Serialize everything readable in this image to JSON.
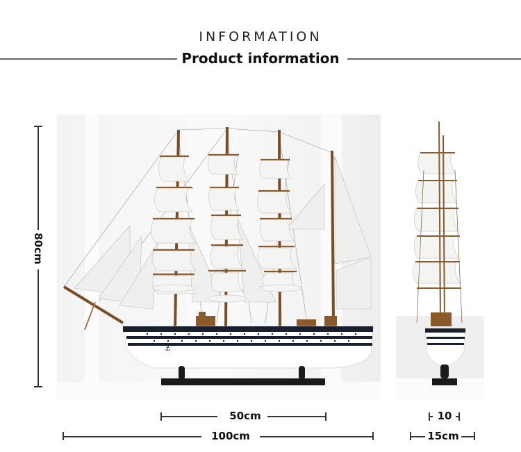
{
  "header": {
    "title": "INFORMATION",
    "subtitle": "Product information"
  },
  "images": {
    "side_view": "sailing-ship-model-side-view",
    "front_view": "sailing-ship-model-front-view"
  },
  "dimensions": {
    "height": "80cm",
    "base_length": "50cm",
    "total_length": "100cm",
    "base_width": "10",
    "total_width": "15cm"
  },
  "colors": {
    "divider": "#666666",
    "hull_white": "#ffffff",
    "hull_stripe": "#1a1f2e",
    "wood": "#8a5a2b",
    "sail": "#f2f2f0",
    "stand": "#1a1a1a"
  }
}
